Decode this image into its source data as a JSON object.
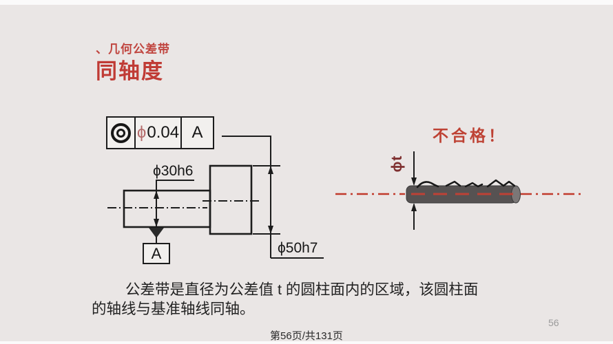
{
  "page": {
    "subtitle": "、几何公差带",
    "title": "同轴度",
    "fcf": {
      "symbol": "concentricity",
      "phi": "ϕ",
      "value": "0.04",
      "datum": "A"
    },
    "left_drawing": {
      "dim_small": "ϕ30h6",
      "dim_large": "ϕ50h7",
      "datum_label": "A"
    },
    "right_drawing": {
      "verdict": "不合格！",
      "tol_label": "ϕt"
    },
    "body": {
      "line1": "公差带是直径为公差值 t 的圆柱面内的区域，该圆柱面",
      "line2": "的轴线与基准轴线同轴。"
    },
    "footer": {
      "pagination": "第56页/共131页",
      "page_number": "56"
    },
    "colors": {
      "background": "#eae6e5",
      "accent_red": "#c03b35",
      "verdict_red": "#be4234",
      "tolerance_red": "#7e2f2f",
      "centerline_red": "#c0392b",
      "line_dark": "#1c1c1c",
      "shaft_gray": "#565252"
    }
  }
}
